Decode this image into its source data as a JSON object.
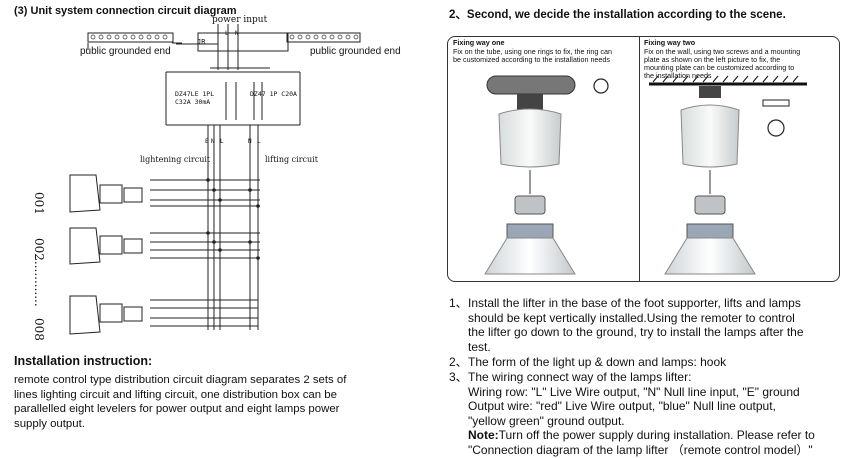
{
  "left": {
    "title": "(3) Unit system connection circuit diagram",
    "power_input": "power input",
    "terminal_left": "JR",
    "terminal_l": "L",
    "terminal_n": "N",
    "public_left": "public grounded end",
    "public_right": "public grounded end",
    "breaker1_line1": "DZ47LE 1PL",
    "breaker1_line2": "C32A 30mA",
    "breaker2": "DZ47 1P C20A",
    "lightening": "lightening circuit",
    "lifting": "lifting circuit",
    "wire_e": "E",
    "wire_n": "N",
    "wire_l": "L",
    "wire_n2": "N",
    "wire_l2": "L",
    "num_001": "001",
    "num_002": "002............",
    "num_008": "008",
    "install_heading": "Installation instruction:",
    "install_lines": [
      "remote control type distribution circuit diagram separates 2 sets of",
      "lines lighting circuit and lifting circuit, one distribution box can be",
      "parallelled eight levelers for power output and eight lamps power",
      "supply output."
    ]
  },
  "right": {
    "title": "2、Second, we decide the installation according to the scene.",
    "way_one_title": "Fixing way one",
    "way_one_desc": [
      "Fix on the tube, using one rings to fix, the ring can",
      "be customized according to the installation needs"
    ],
    "way_two_title": "Fixing way two",
    "way_two_desc": [
      "Fix on the wall, using two screws and a mounting",
      "plate as shown on the left picture to fix, the",
      "mounting plate can be customized according to",
      "the installation needs"
    ],
    "item1_num": "1、",
    "item1_lines": [
      "Install the lifter in the base of the foot supporter, lifts and lamps",
      "should be kept vertically installed.Using the remoter to control",
      "the lifter go down to the ground, try to install the lamps after the",
      "test."
    ],
    "item2_num": "2、",
    "item2_text": "The form of the light up & down and lamps: hook",
    "item3_num": "3、",
    "item3_lines": [
      "The wiring connect way of the lamps lifter:",
      "Wiring row: \"L\" Live Wire output, \"N\" Null line input, \"E\" ground",
      "Output wire: \"red\" Live Wire output, \"blue\" Null line output,",
      "\"yellow green\" ground output."
    ],
    "note_label": "Note:",
    "note_text": "Turn off the power supply during installation. Please refer to",
    "note_line2": "\"Connection diagram of the lamp lifter （remote control model）\""
  }
}
